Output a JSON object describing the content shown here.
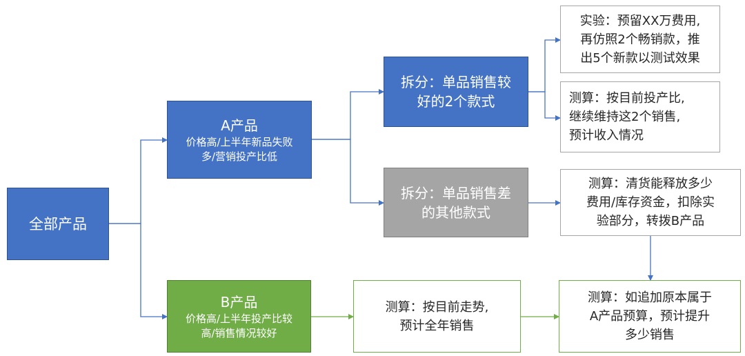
{
  "nodes": {
    "all": {
      "label": "全部产品"
    },
    "a": {
      "title": "A产品",
      "sub1": "价格高/上半年新品失败",
      "sub2": "多/营销投产比低"
    },
    "b": {
      "title": "B产品",
      "sub1": "价格高/上半年投产比较",
      "sub2": "高/销售情况较好"
    },
    "split_good": {
      "line1": "拆分：单品销售较",
      "line2": "好的2个款式"
    },
    "split_bad": {
      "line1": "拆分：单品销售差",
      "line2": "的其他款式"
    },
    "exp": {
      "line1": "实验：预留XX万费用,",
      "line2": "再仿照2个畅销款，推",
      "line3": "出5个新款以测试效果"
    },
    "calc_keep": {
      "line1": "测算：按目前投产比,",
      "line2": "继续维持这2个销售,",
      "line3": "预计收入情况"
    },
    "calc_clear": {
      "line1": "测算：清货能释放多少",
      "line2": "费用/库存资金，扣除实",
      "line3": "验部分，转拨B产品"
    },
    "calc_trend": {
      "line1": "测算：按目前走势,",
      "line2": "预计全年销售"
    },
    "calc_add": {
      "line1": "测算：如追加原本属于",
      "line2": "A产品预算，预计提升",
      "line3": "多少销售"
    }
  },
  "colors": {
    "blue": "#4472C4",
    "gray": "#A5A5A5",
    "green": "#70AD47",
    "connector_blue": "#4472C4",
    "connector_green": "#70AD47"
  }
}
